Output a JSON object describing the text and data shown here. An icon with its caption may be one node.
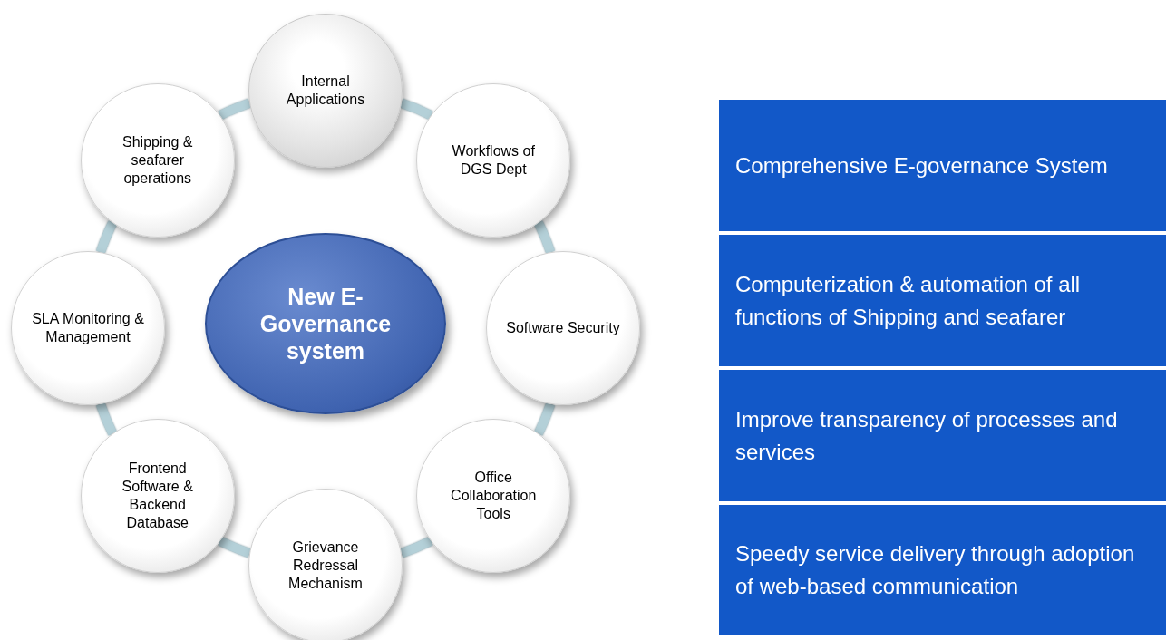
{
  "diagram": {
    "nodes": [
      {
        "text": [
          "New E-Governance system"
        ]
      },
      {
        "text": [
          "Internal Applications"
        ]
      },
      {
        "text": [
          "Workflows of DGS Dept"
        ]
      },
      {
        "text": [
          "Software Security"
        ]
      },
      {
        "text": [
          "Office Collaboration Tools"
        ]
      },
      {
        "text": [
          "Grievance Redressal Mechanism"
        ]
      },
      {
        "text": [
          "Frontend Software & Backend Database"
        ]
      },
      {
        "text": [
          "SLA Monitoring & Management"
        ]
      },
      {
        "text": [
          "Shipping & seafarer operations"
        ]
      },
      {
        "text": [
          "Comprehensive E-governance System"
        ]
      },
      {
        "text": [
          "Computerization & automation of all functions of Shipping and seafarer"
        ]
      },
      {
        "text": [
          "Improve transparency of processes and services"
        ]
      },
      {
        "text": [
          "Speedy service delivery through adoption of web-based communication"
        ]
      }
    ],
    "edges": [
      {
        "from": 1,
        "to": 2,
        "arrow": "none"
      },
      {
        "from": 2,
        "to": 3,
        "arrow": "none"
      },
      {
        "from": 3,
        "to": 4,
        "arrow": "none"
      },
      {
        "from": 4,
        "to": 5,
        "arrow": "none"
      },
      {
        "from": 5,
        "to": 6,
        "arrow": "none"
      },
      {
        "from": 6,
        "to": 7,
        "arrow": "none"
      },
      {
        "from": 7,
        "to": 8,
        "arrow": "none"
      },
      {
        "from": 8,
        "to": 1,
        "arrow": "none"
      }
    ]
  }
}
